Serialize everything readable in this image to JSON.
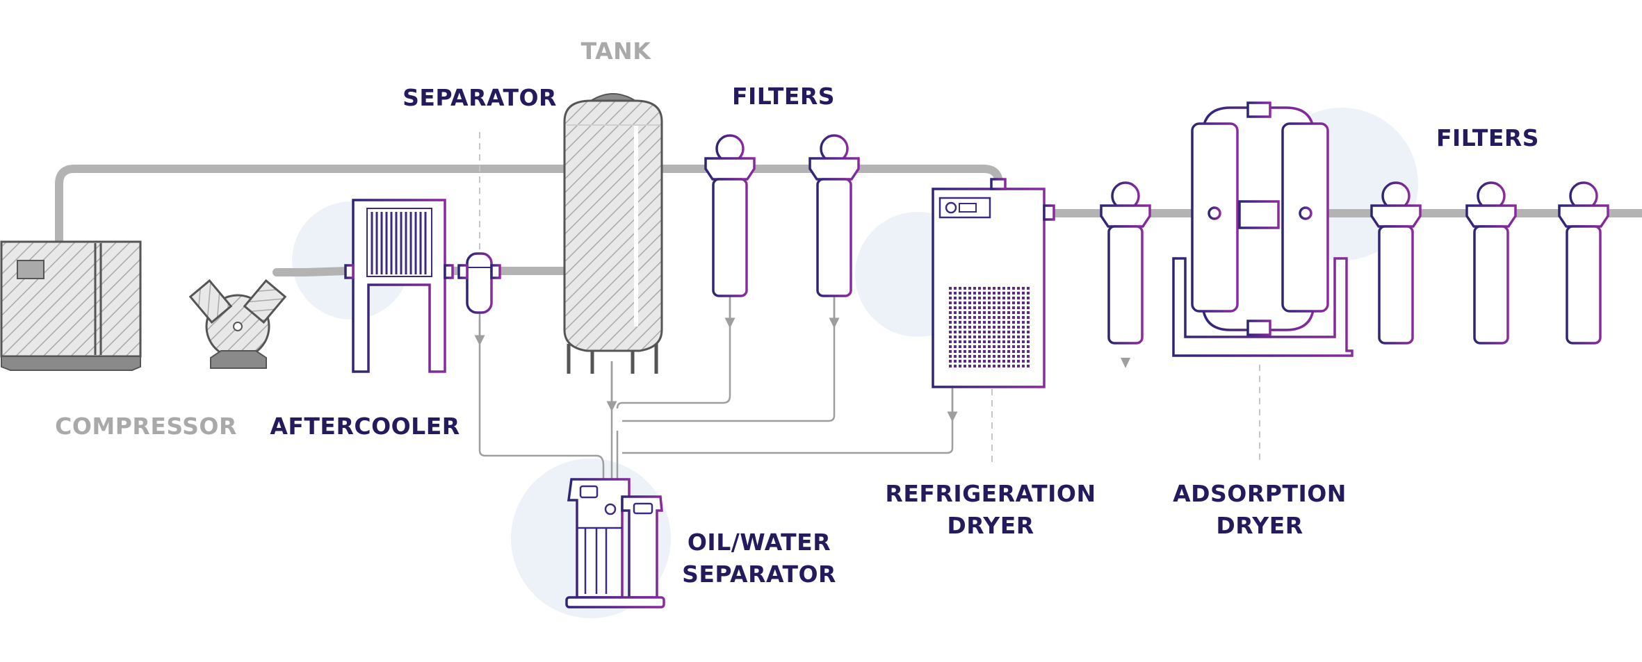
{
  "labels": {
    "tank": "TANK",
    "separator": "SEPARATOR",
    "filters_1": "FILTERS",
    "filters_2": "FILTERS",
    "compressor": "COMPRESSOR",
    "aftercooler": "AFTERCOOLER",
    "refrigeration_dryer_line1": "REFRIGERATION",
    "refrigeration_dryer_line2": "DRYER",
    "adsorption_dryer_line1": "ADSORPTION",
    "adsorption_dryer_line2": "DRYER",
    "oil_water_separator_line1": "OIL/WATER",
    "oil_water_separator_line2": "SEPARATOR"
  },
  "colors": {
    "pipe": "#b3b3b3",
    "label_gray": "#a9a9a9",
    "label_dark": "#241a5e",
    "equipment_purple_start": "#2e2576",
    "equipment_purple_end": "#8a2a9f",
    "gray_equipment": "#555555",
    "halo": "#edf2f9"
  }
}
